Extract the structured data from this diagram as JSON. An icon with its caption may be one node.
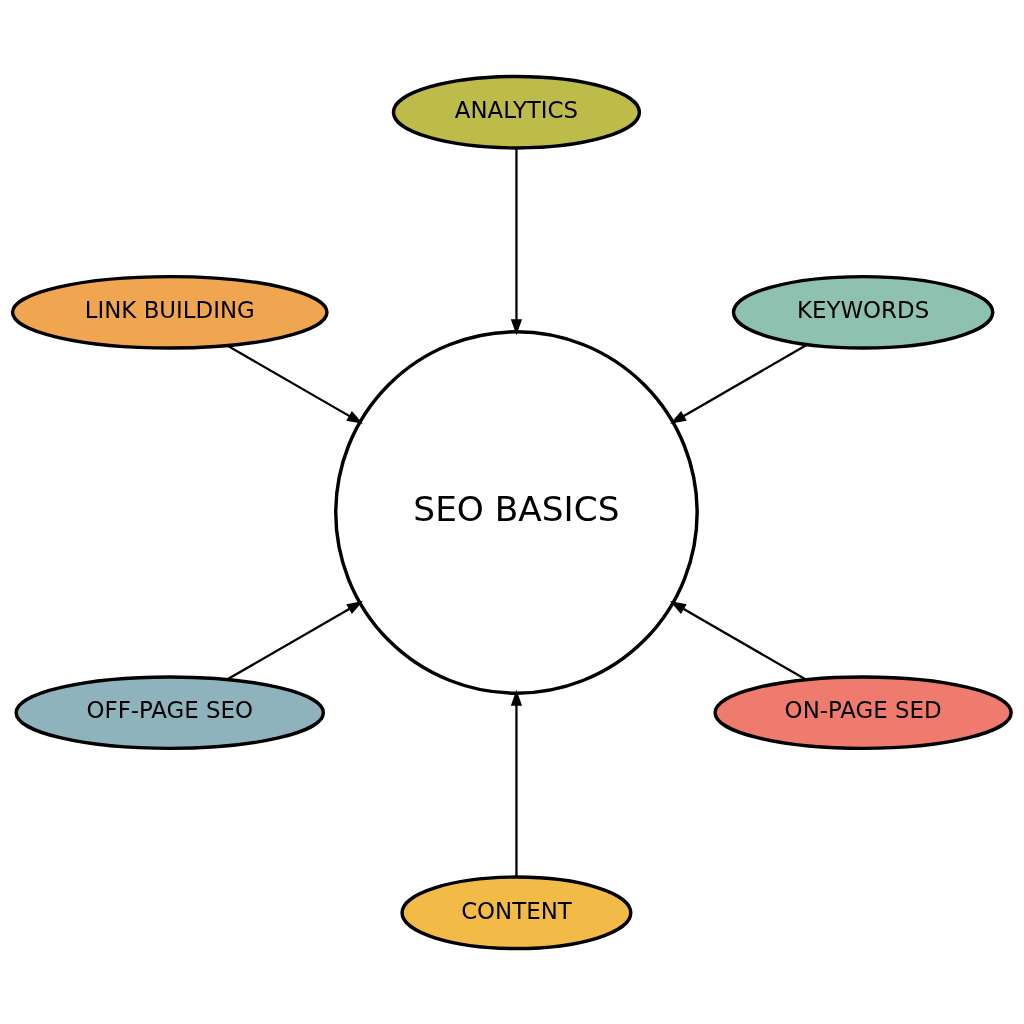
{
  "diagram": {
    "nodes": [
      {
        "text": [
          "KEYWORDS"
        ]
      },
      {
        "text": [
          "ANALYTICS"
        ]
      },
      {
        "text": [
          "LINK BUILDING"
        ]
      },
      {
        "text": [
          "SEO BASICS"
        ]
      },
      {
        "text": [
          "OFF-PAGE SEO"
        ]
      },
      {
        "text": [
          "CONTENT"
        ]
      },
      {
        "text": [
          "ON-PAGE SED"
        ]
      }
    ],
    "edges": [
      {
        "from": 0,
        "to": 3,
        "arrow": "to"
      },
      {
        "from": 1,
        "to": 3,
        "arrow": "to"
      },
      {
        "from": 2,
        "to": 3,
        "arrow": "to"
      },
      {
        "from": 4,
        "to": 3,
        "arrow": "to"
      },
      {
        "from": 5,
        "to": 3,
        "arrow": "to"
      },
      {
        "from": 6,
        "to": 3,
        "arrow": "to"
      }
    ]
  }
}
